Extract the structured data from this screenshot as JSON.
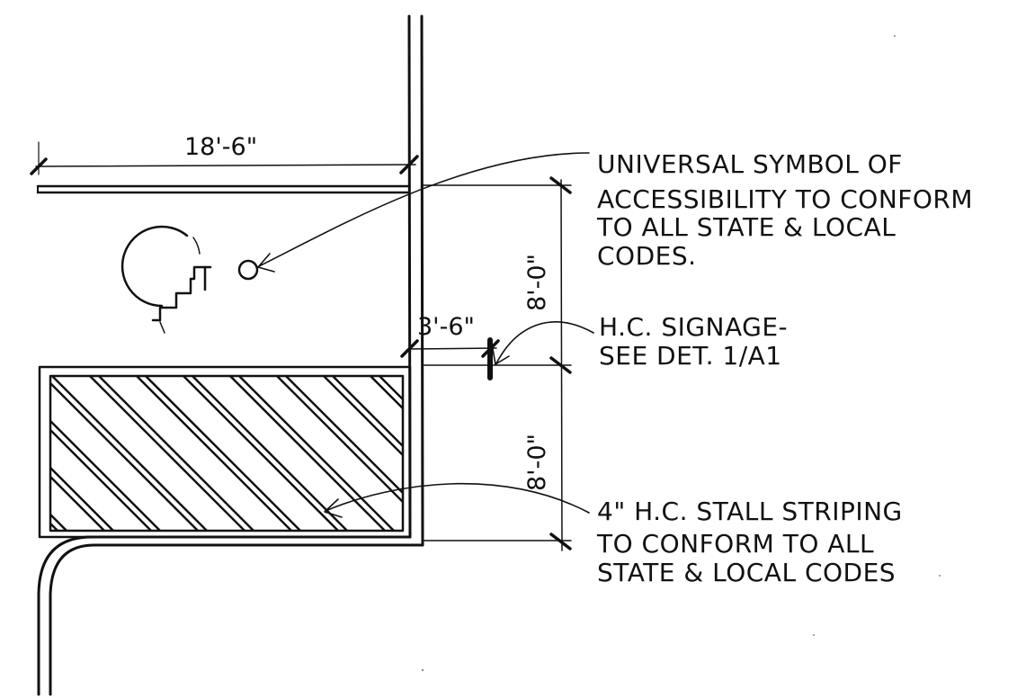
{
  "drawing": {
    "dimensions": {
      "stall_width": "18'-6\"",
      "sign_offset": "3'-6\"",
      "upper_aisle": "8'-0\"",
      "lower_aisle": "8'-0\""
    },
    "notes": {
      "accessibility_symbol": [
        "UNIVERSAL SYMBOL OF",
        "ACCESSIBILITY TO CONFORM",
        "TO ALL STATE & LOCAL",
        "CODES."
      ],
      "signage": [
        "H.C. SIGNAGE-",
        "SEE DET. 1/A1"
      ],
      "striping": [
        "4\" H.C. STALL STRIPING",
        "TO CONFORM TO ALL",
        "STATE & LOCAL CODES"
      ]
    },
    "colors": {
      "ink": "#111111",
      "paper": "#ffffff"
    }
  }
}
